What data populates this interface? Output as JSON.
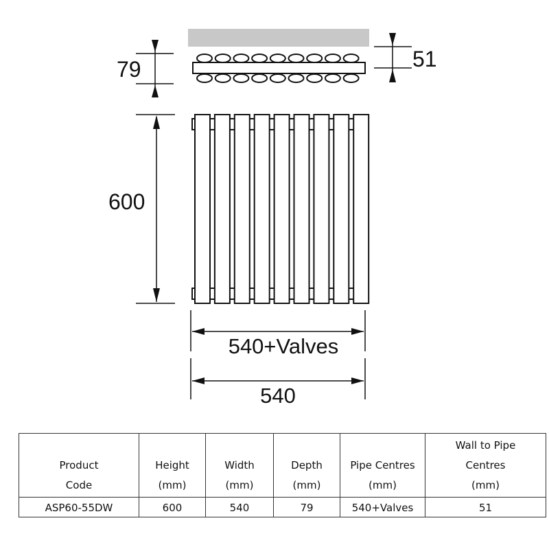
{
  "diagram": {
    "title": "Radiator dimension drawing",
    "labels": {
      "depth": "79",
      "wall_to_pipe": "51",
      "height": "600",
      "pipe_centres": "540+Valves",
      "width": "540"
    },
    "column_count": 9,
    "colors": {
      "wall": "#c8c8c8",
      "line": "#111111"
    }
  },
  "table": {
    "headers": [
      [
        "Product",
        "Code"
      ],
      [
        "Height",
        "(mm)"
      ],
      [
        "Width",
        "(mm)"
      ],
      [
        "Depth",
        "(mm)"
      ],
      [
        "Pipe Centres",
        "(mm)"
      ],
      [
        "Wall to Pipe",
        "Centres",
        "(mm)"
      ]
    ],
    "rows": [
      [
        "ASP60-55DW",
        "600",
        "540",
        "79",
        "540+Valves",
        "51"
      ]
    ]
  }
}
